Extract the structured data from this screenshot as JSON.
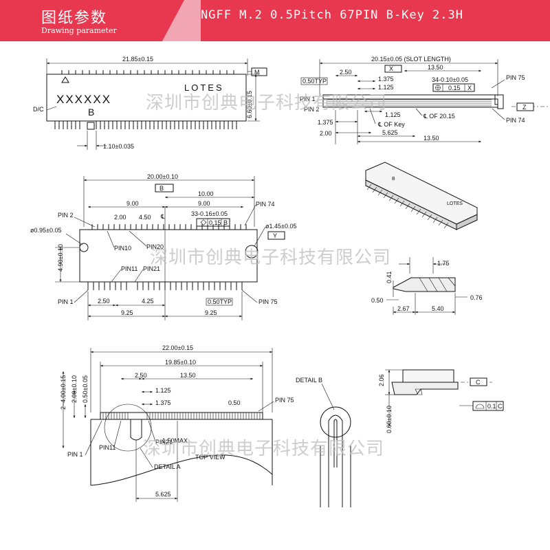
{
  "header": {
    "title_cn": "图纸参数",
    "title_en": "Drawing parameter",
    "product": "NGFF M.2 0.5Pitch 67PIN B-Key 2.3H"
  },
  "watermark": "深圳市创典电子科技有限公司",
  "colors": {
    "header": "#e8384f",
    "header_light": "#f2a5b2"
  },
  "front_view": {
    "width_dim": "21.85±0.15",
    "height_dim": "6.60±0.15",
    "datum_m": "M",
    "part_mark": "XXXXXX",
    "logo": "LOTES",
    "key_mark": "B",
    "dc_label": "D/C",
    "pitch_dim": "1.10±0.035"
  },
  "side_view": {
    "slot_length": "20.15±0.05 (SLOT LENGTH)",
    "datum_x": "X",
    "dim_1350": "13.50",
    "pin75": "PIN 75",
    "dim_050typ": "0.50TYP",
    "dim_250": "2.50",
    "dim_1375": "1.375",
    "dim_1125": "1.125",
    "tol_34": "34-0.10±0.05",
    "fcf_015x": "0.15",
    "fcf_015x_datum": "X",
    "pin1": "PIN 1",
    "pin2": "PIN 2",
    "pin74": "PIN 74",
    "datum_z": "Z",
    "dim_1125b": "1.125",
    "cl_key": "℄ OF Key",
    "cl_2015": "℄ OF 20.15",
    "dim_1375b": "1.375",
    "dim_200": "2.00",
    "dim_5625": "5.625",
    "dim_1350b": "13.50"
  },
  "top_view": {
    "width_dim": "20.00±0.10",
    "datum_b": "B",
    "dim_1000": "10.00",
    "dim_900a": "9.00",
    "dim_900b": "9.00",
    "dim_200": "2.00",
    "dim_450": "4.50",
    "tol_33": "33-0.16±0.05",
    "fcf_015b": "0.15",
    "fcf_015b_datum": "B",
    "pin2": "PIN 2",
    "pin74": "PIN 74",
    "hole_left": "ø0.95±0.05",
    "hole_right": "ø1.45±0.05",
    "datum_y": "Y",
    "pin10": "PIN10",
    "pin20": "PIN20",
    "pin11": "PIN11",
    "pin21": "PIN21",
    "height_dim": "4.90±0.10",
    "pin1": "PIN 1",
    "pin75": "PIN 75",
    "dim_250": "2.50",
    "dim_425": "4.25",
    "dim_050typ": "0.50TYP",
    "dim_925a": "9.25",
    "dim_925b": "9.25",
    "cl": "℄"
  },
  "iso_view": {
    "logo": "LOTES",
    "key": "B"
  },
  "profile_view": {
    "dim_175": "1.75",
    "dim_041": "0.41",
    "dim_050": "0.50",
    "dim_076": "0.76",
    "dim_267": "2.67",
    "dim_540": "5.40"
  },
  "pcb_view": {
    "width_dim": "22.00±0.15",
    "dim_1985": "19.85±0.10",
    "dim_250": "2.50",
    "dim_1350": "13.50",
    "dim_1125": "1.125",
    "dim_1375": "1.375",
    "dim_050": "0.50",
    "pin75": "PIN 75",
    "vdim_1": "2~4.00±0.15",
    "vdim_2": "2.00±0.10",
    "vdim_3": "0.50±0.05",
    "dim_150max": "1.50MAX",
    "pin1": "PIN 1",
    "pin11": "PIN11",
    "pin21": "PIN21",
    "detail_a": "DETAIL A",
    "top_view": "TOP VIEW",
    "dim_5625": "5.625"
  },
  "detail_b": {
    "label": "DETAIL B"
  },
  "end_view": {
    "dim_206": "2.06",
    "dim_060": "0.60±0.10",
    "datum_c": "C",
    "fcf_01": "0.1",
    "fcf_01_datum": "C"
  }
}
